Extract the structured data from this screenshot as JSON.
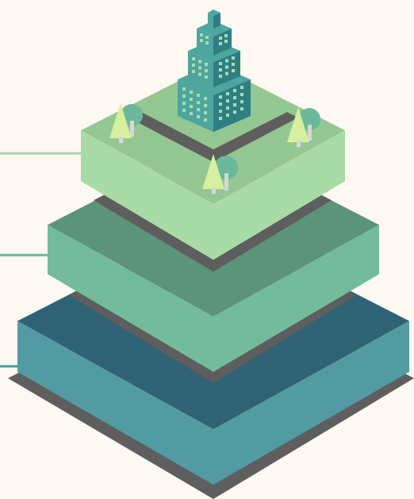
{
  "diagram": {
    "type": "isometric-layered-pyramid",
    "tier_count": 3,
    "tiers": [
      {
        "name": "top",
        "connector_color": "#a8d9a5",
        "top_color": "#95c793",
        "left_color": "#a8dba6",
        "right_color": "#a8dba6"
      },
      {
        "name": "middle",
        "connector_color": "#6eb79a",
        "top_color": "#5b9479",
        "left_color": "#74bb9c",
        "right_color": "#74bb9c"
      },
      {
        "name": "bottom",
        "connector_color": "#4f98a0",
        "top_color": "#306275",
        "left_color": "#529ba3",
        "right_color": "#529ba3"
      }
    ],
    "icons": [
      "office-building-icon",
      "tree-icon",
      "tree-icon",
      "tree-icon"
    ]
  },
  "colors": {
    "background": "#fdf8f1",
    "shadow": "#5e5e5e",
    "building_dark": "#2f7f82",
    "building_light": "#4ea69e",
    "window": "#a5deb3",
    "tree_light": "#d6f0a0",
    "tree_dark": "#6bb89b",
    "trunk": "#d8d8d8"
  }
}
